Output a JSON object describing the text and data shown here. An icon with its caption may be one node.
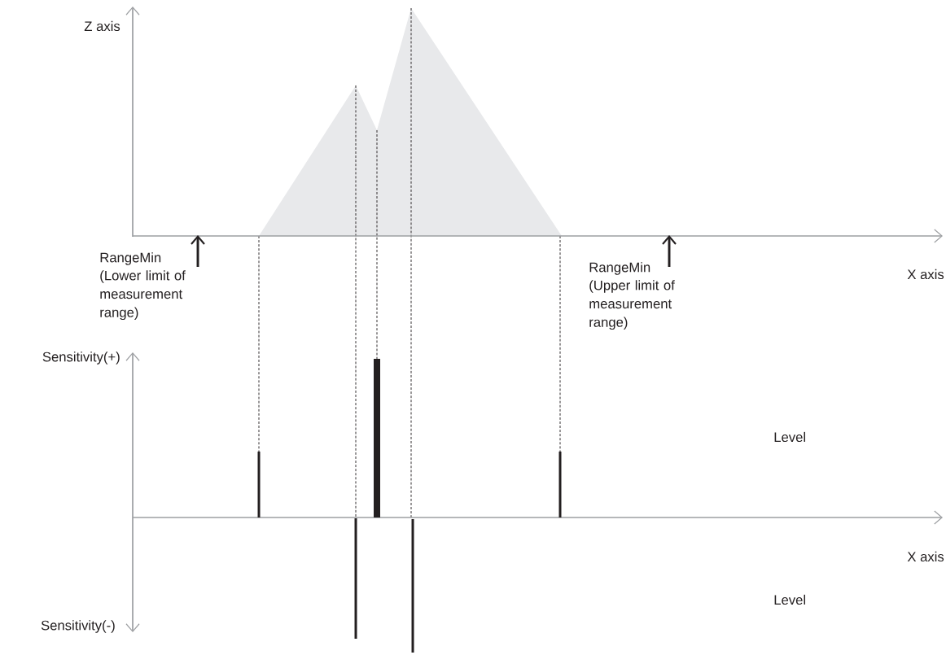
{
  "diagram": {
    "labels": [
      "Z axis",
      "RangeMin",
      "RangeMin",
      "X axis",
      "(Lower limit of measurement range)",
      "(Upper limit of measurement range)",
      "Sensitivity(+)",
      "Level",
      "X axis",
      "Level",
      "Sensitivity(-)"
    ]
  }
}
